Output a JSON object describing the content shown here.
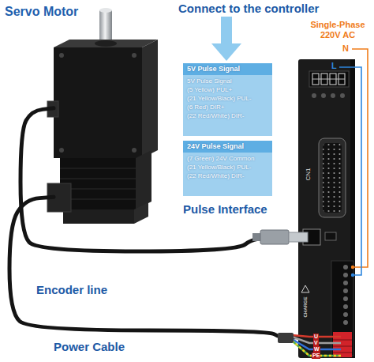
{
  "diagram": {
    "nodes": [
      {
        "text": [
          "Servo Motor"
        ]
      },
      {
        "text": [
          "5V Pulse Signal",
          "5V Pulse Signal",
          "(5 Yellow) PUL+",
          "(21 Yellow/Black) PUL-",
          "(6 Red) DIR+",
          "(22 Red/White) DIR-"
        ]
      },
      {
        "text": [
          "24V Pulse Signal",
          "(7 Green) 24V Common",
          "(21 Yellow/Black) PUL-",
          "(22 Red/White) DIR-"
        ]
      },
      {
        "text": [
          "CN1",
          "CHARGE"
        ]
      }
    ],
    "edges": [
      {
        "from": 0,
        "to": 3,
        "arrow": "none",
        "label": "Encoder line"
      },
      {
        "from": 0,
        "to": 3,
        "arrow": "none",
        "label": "Power Cable"
      }
    ],
    "labels": [
      "Connect to the controller",
      "Single-Phase 220V AC",
      "N",
      "L",
      "Pulse Interface",
      "U",
      "V",
      "W",
      "PE"
    ]
  }
}
